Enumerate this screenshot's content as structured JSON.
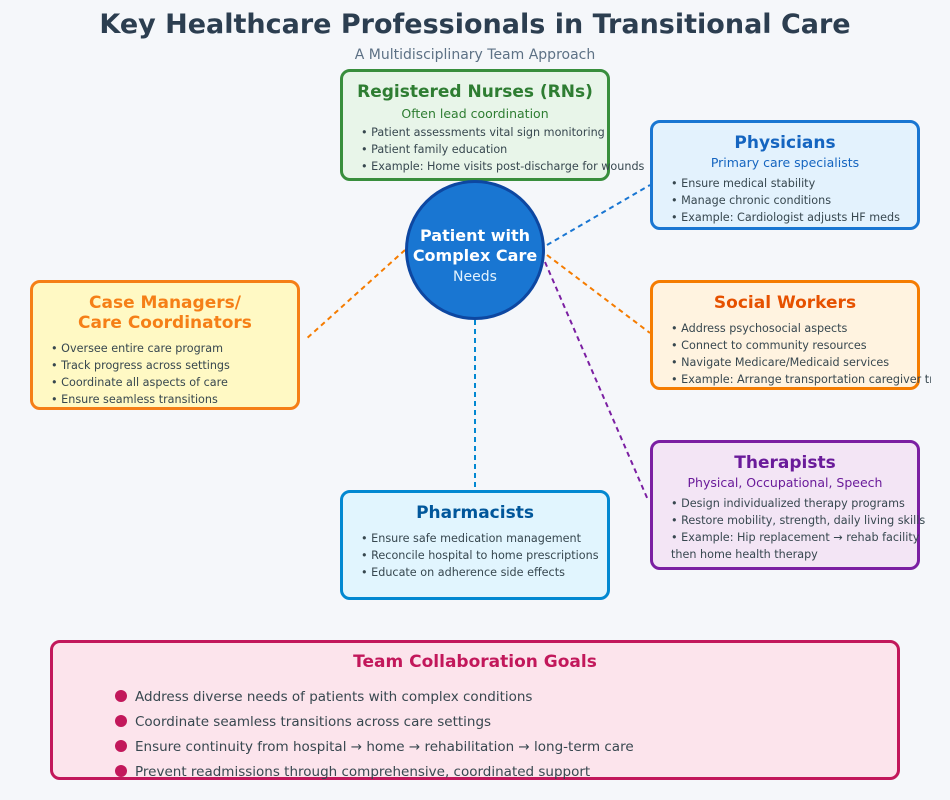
{
  "title": "Key Healthcare Professionals in Transitional Care",
  "subtitle": "A Multidisciplinary Team Approach",
  "center": {
    "line1": "Patient with",
    "line2": "Complex Care",
    "line3": "Needs"
  },
  "nurses": {
    "title": "Registered Nurses (RNs)",
    "subtitle": "Often lead coordination",
    "items": [
      "Patient assessments vital sign monitoring",
      "Patient family education",
      "Example: Home visits post-discharge for wounds"
    ]
  },
  "physicians": {
    "title": "Physicians",
    "subtitle": "Primary care specialists",
    "items": [
      "Ensure medical stability",
      "Manage chronic conditions",
      "Example: Cardiologist adjusts HF meds"
    ]
  },
  "case_managers": {
    "title_line1": "Case Managers/",
    "title_line2": "Care Coordinators",
    "items": [
      "Oversee entire care program",
      "Track progress across settings",
      "Coordinate all aspects of care",
      "Ensure seamless transitions"
    ]
  },
  "social_workers": {
    "title": "Social Workers",
    "items": [
      "Address psychosocial aspects",
      "Connect to community resources",
      "Navigate Medicare/Medicaid services",
      "Example: Arrange transportation caregiver training"
    ]
  },
  "therapists": {
    "title": "Therapists",
    "subtitle": "Physical, Occupational, Speech",
    "items": [
      "Design individualized therapy programs",
      "Restore mobility, strength, daily living skills",
      "Example: Hip replacement → rehab facility then home health therapy"
    ]
  },
  "pharmacists": {
    "title": "Pharmacists",
    "items": [
      "Ensure safe medication management",
      "Reconcile hospital to home prescriptions",
      "Educate on adherence side effects"
    ]
  },
  "goals": {
    "title": "Team Collaboration Goals",
    "items": [
      "Address diverse needs of patients with complex conditions",
      "Coordinate seamless transitions across care settings",
      "Ensure continuity from hospital → home → rehabilitation → long-term care",
      "Prevent readmissions through comprehensive, coordinated support"
    ]
  },
  "colors": {
    "nurses": "#388e3c",
    "physicians": "#1976d2",
    "case_managers": "#f57f17",
    "social_workers": "#f57c00",
    "therapists": "#7b1fa2",
    "pharmacists": "#0288d1",
    "goals": "#c2185b",
    "center": "#1976d2"
  }
}
